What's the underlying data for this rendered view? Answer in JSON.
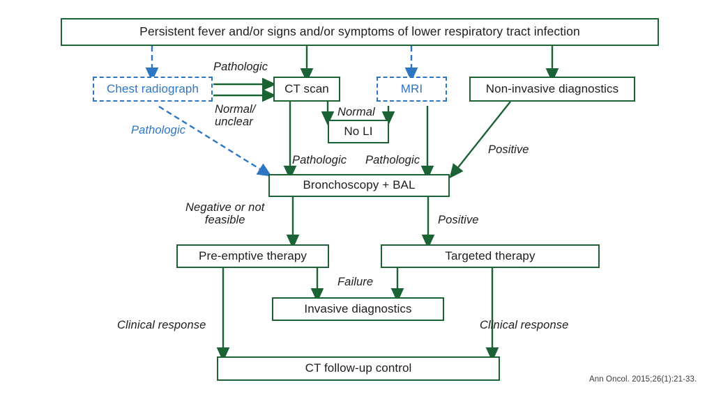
{
  "figure": {
    "type": "flowchart",
    "citation": "Ann Oncol. 2015;26(1):21-33.",
    "colors": {
      "green": "#1b6334",
      "blue": "#2e75c4",
      "text": "#1d1d1d",
      "background": "#ffffff"
    }
  },
  "nodes": {
    "root": "Persistent fever and/or signs and/or symptoms of lower respiratory tract infection",
    "chest_radiograph": "Chest radiograph",
    "ct_scan": "CT scan",
    "mri": "MRI",
    "non_invasive": "Non-invasive diagnostics",
    "no_li": "No LI",
    "bronchoscopy": "Bronchoscopy + BAL",
    "pre_emptive": "Pre-emptive therapy",
    "targeted": "Targeted therapy",
    "invasive": "Invasive diagnostics",
    "ct_followup": "CT follow-up control"
  },
  "edge_labels": {
    "pathologic_cxr_to_ct": "Pathologic",
    "normal_unclear": "Normal/\nunclear",
    "pathologic_cxr_to_bal": "Pathologic",
    "normal_ct_to_noli": "Normal",
    "pathologic_ct_to_bal": "Pathologic",
    "pathologic_mri_to_bal": "Pathologic",
    "positive_nid_to_bal": "Positive",
    "negative_or_not_feasible": "Negative or not\nfeasible",
    "positive_bal_to_targeted": "Positive",
    "failure": "Failure",
    "clinical_response_left": "Clinical response",
    "clinical_response_right": "Clinical response"
  }
}
